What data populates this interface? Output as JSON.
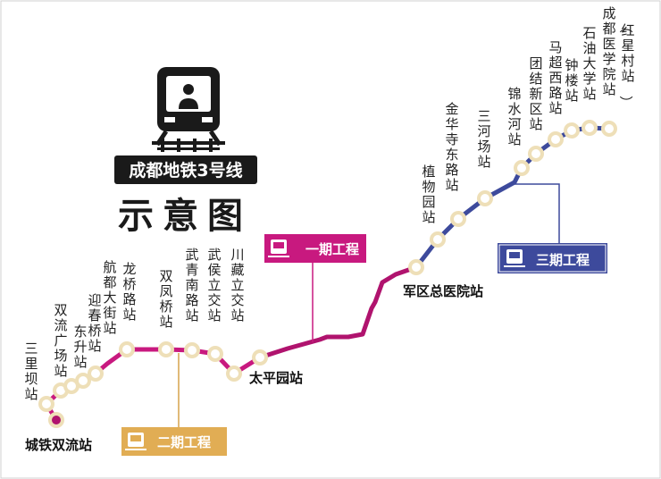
{
  "title": {
    "line": "成都地铁3号线",
    "subtitle": "示意图"
  },
  "phases": [
    {
      "label": "一期工程",
      "color": "#c8197f"
    },
    {
      "label": "二期工程",
      "color": "#e1ad54"
    },
    {
      "label": "三期工程",
      "color": "#3d4a9c"
    }
  ],
  "colors": {
    "phase1": "#b0136e",
    "phase2": "#c8197f",
    "phase3": "#3d4a9c",
    "station_ring": "#eedfb8",
    "station_fill": "#ffffff",
    "station_terminal": "#b0136e"
  },
  "stations": [
    {
      "name": "城铁双流站"
    },
    {
      "name": "三里坝站"
    },
    {
      "name": "双流广场站"
    },
    {
      "name": "东升站"
    },
    {
      "name": "迎春桥站"
    },
    {
      "name": "航都大街站"
    },
    {
      "name": "龙桥路站"
    },
    {
      "name": "双凤桥站"
    },
    {
      "name": "武青南路站"
    },
    {
      "name": "武侯立交站"
    },
    {
      "name": "川藏立交站"
    },
    {
      "name": "太平园站"
    },
    {
      "name": "军区总医院站"
    },
    {
      "name": "植物园站"
    },
    {
      "name": "金华寺东路站"
    },
    {
      "name": "三河场站"
    },
    {
      "name": "锦水河站"
    },
    {
      "name": "团结新区站"
    },
    {
      "name": "马超西路站"
    },
    {
      "name": "钟楼站"
    },
    {
      "name": "石油大学站"
    },
    {
      "name": "成都医学院站"
    },
    {
      "name": "（红星村站）"
    }
  ],
  "icons": {
    "title_icon": "metro-train-icon",
    "pill_icon": "train-icon"
  }
}
